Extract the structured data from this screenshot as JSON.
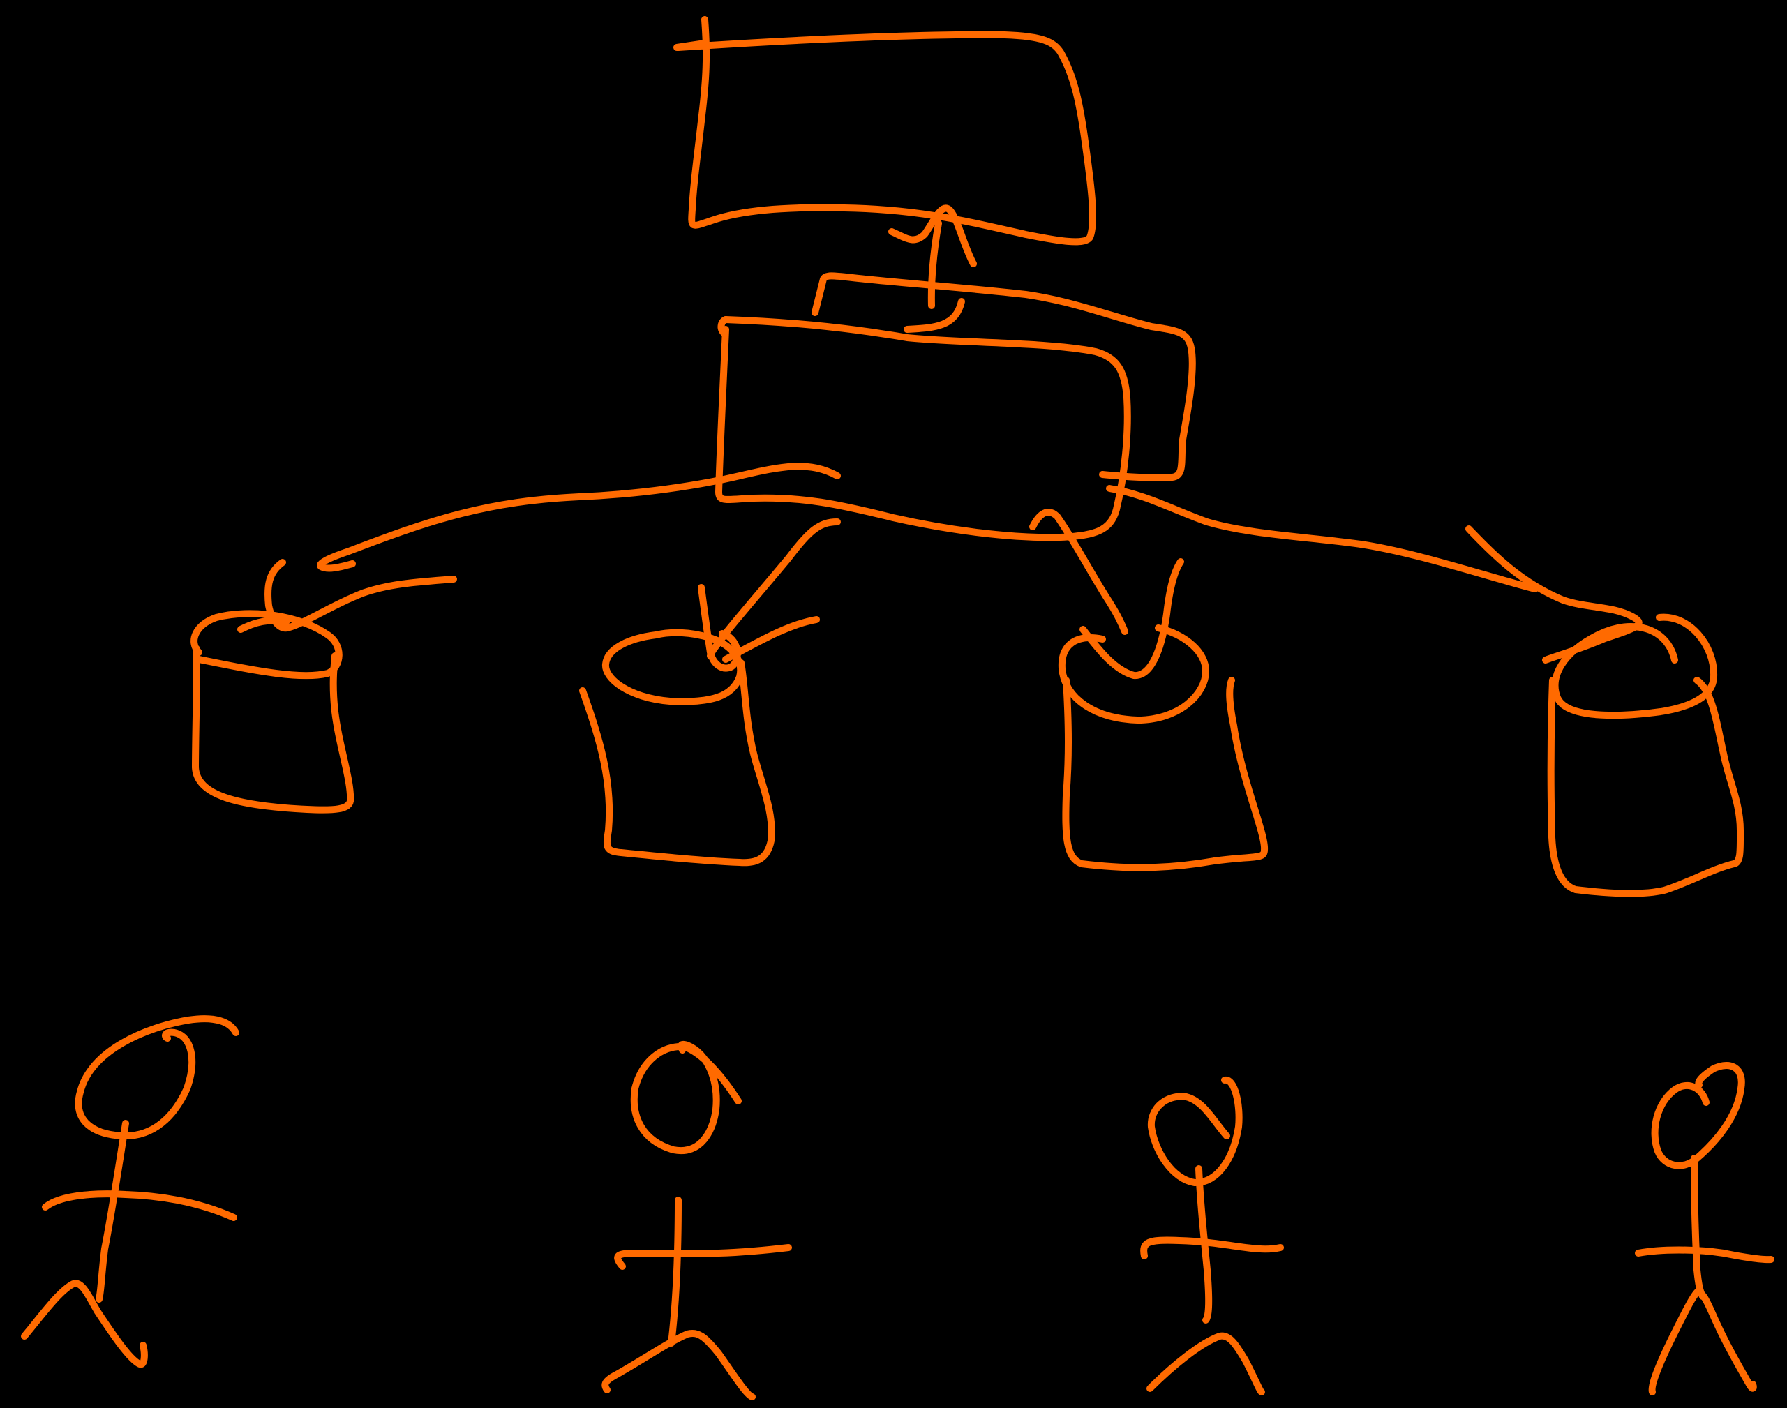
{
  "canvas": {
    "background": "#000000",
    "ink_color": "#ff6a00"
  },
  "diagram": {
    "style": "hand-drawn sketch",
    "text": [],
    "nodes": [
      {
        "id": "top-box",
        "kind": "rectangle"
      },
      {
        "id": "middle-box",
        "kind": "rectangle"
      },
      {
        "id": "database-1",
        "kind": "cylinder"
      },
      {
        "id": "database-2",
        "kind": "cylinder"
      },
      {
        "id": "database-3",
        "kind": "cylinder"
      },
      {
        "id": "database-4",
        "kind": "cylinder"
      },
      {
        "id": "user-1",
        "kind": "stick-figure"
      },
      {
        "id": "user-2",
        "kind": "stick-figure"
      },
      {
        "id": "user-3",
        "kind": "stick-figure"
      },
      {
        "id": "user-4",
        "kind": "stick-figure"
      }
    ],
    "edges": [
      {
        "from": "middle-box",
        "to": "top-box",
        "arrow": true
      },
      {
        "from": "middle-box",
        "to": "database-1",
        "arrow": true
      },
      {
        "from": "middle-box",
        "to": "database-2",
        "arrow": true
      },
      {
        "from": "middle-box",
        "to": "database-3",
        "arrow": true
      },
      {
        "from": "middle-box",
        "to": "database-4",
        "arrow": true
      }
    ]
  }
}
